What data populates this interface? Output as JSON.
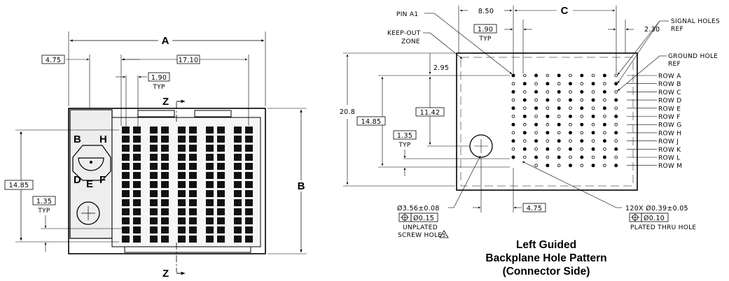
{
  "left": {
    "dims": {
      "A": "A",
      "B": "B",
      "Z_top": "Z",
      "Z_bottom": "Z",
      "d475": "4.75",
      "d1710": "17.10",
      "d190": "1.90",
      "typ1": "TYP",
      "d1485": "14.85",
      "d135": "1.35",
      "typ2": "TYP"
    },
    "letters": {
      "B": "B",
      "H": "H",
      "D": "D",
      "E": "E",
      "F": "F"
    }
  },
  "right": {
    "dims": {
      "C": "C",
      "d850": "8.50",
      "d190": "1.90",
      "typ1": "TYP",
      "d230": "2.30",
      "d295": "2.95",
      "d208": "20.8",
      "d1142": "11.42",
      "d1485": "14.85",
      "d135": "1.35",
      "typ2": "TYP",
      "d475": "4.75"
    },
    "notes": {
      "pin_a1": "PIN A1",
      "keepout_1": "KEEP-OUT",
      "keepout_2": "ZONE",
      "signal_1": "SIGNAL HOLES",
      "signal_2": "REF",
      "ground_1": "GROUND HOLE",
      "ground_2": "REF",
      "screw_dia": "Ø3.56±0.08",
      "screw_tol": "Ø0.15",
      "screw_1": "UNPLATED",
      "screw_2": "SCREW HOLE",
      "screw_flag": "5",
      "holes_count": "120X Ø0.39±0.05",
      "holes_tol": "Ø0.10",
      "holes_note": "PLATED THRU HOLE"
    },
    "rows": [
      "ROW A",
      "ROW B",
      "ROW C",
      "ROW D",
      "ROW E",
      "ROW F",
      "ROW G",
      "ROW H",
      "ROW J",
      "ROW K",
      "ROW L",
      "ROW M"
    ]
  },
  "caption": {
    "line1": "Left Guided",
    "line2": "Backplane Hole Pattern",
    "line3": "(Connector Side)"
  }
}
